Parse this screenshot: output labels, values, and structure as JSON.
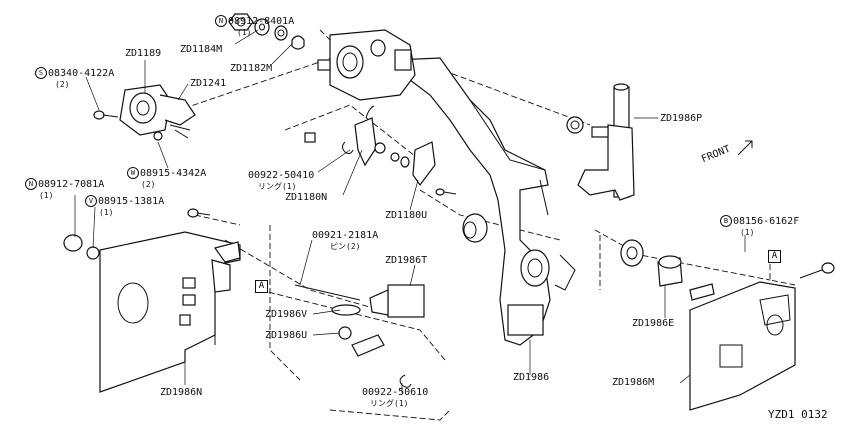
{
  "labels": [
    {
      "id": "n1",
      "prefix": "N",
      "text": "08912-8401A",
      "qty": "(1)"
    },
    {
      "id": "zd1184m",
      "text": "ZD1184M"
    },
    {
      "id": "zd1182m",
      "text": "ZD1182M"
    },
    {
      "id": "zd1189",
      "text": "ZD1189"
    },
    {
      "id": "s1",
      "prefix": "S",
      "text": "08340-4122A",
      "qty": "(2)"
    },
    {
      "id": "zd1241",
      "text": "ZD1241"
    },
    {
      "id": "w1",
      "prefix": "W",
      "text": "08915-4342A",
      "qty": "(2)"
    },
    {
      "id": "n2",
      "prefix": "N",
      "text": "08912-7081A",
      "qty": "(1)"
    },
    {
      "id": "v1",
      "prefix": "V",
      "text": "08915-1381A",
      "qty": "(1)"
    },
    {
      "id": "p50410",
      "text": "00922-50410",
      "qty": "リング(1)"
    },
    {
      "id": "zd1180n",
      "text": "ZD1180N"
    },
    {
      "id": "zd1180u",
      "text": "ZD1180U"
    },
    {
      "id": "p2181",
      "text": "00921-2181A",
      "qty": "ピン(2)"
    },
    {
      "id": "zd1986t",
      "text": "ZD1986T"
    },
    {
      "id": "zd1986v",
      "text": "ZD1986V"
    },
    {
      "id": "zd1986u",
      "text": "ZD1986U"
    },
    {
      "id": "p50610",
      "text": "00922-50610",
      "qty": "リング(1)"
    },
    {
      "id": "zd1986n",
      "text": "ZD1986N"
    },
    {
      "id": "zd1986",
      "text": "ZD1986"
    },
    {
      "id": "zd1986p",
      "text": "ZD1986P"
    },
    {
      "id": "front",
      "text": "FRONT"
    },
    {
      "id": "b1",
      "prefix": "B",
      "text": "08156-6162F",
      "qty": "(1)"
    },
    {
      "id": "zd1986e",
      "text": "ZD1986E"
    },
    {
      "id": "zd1986m",
      "text": "ZD1986M"
    }
  ],
  "ref_markers": [
    "A",
    "A"
  ],
  "diagram_code": "YZD1 0132"
}
